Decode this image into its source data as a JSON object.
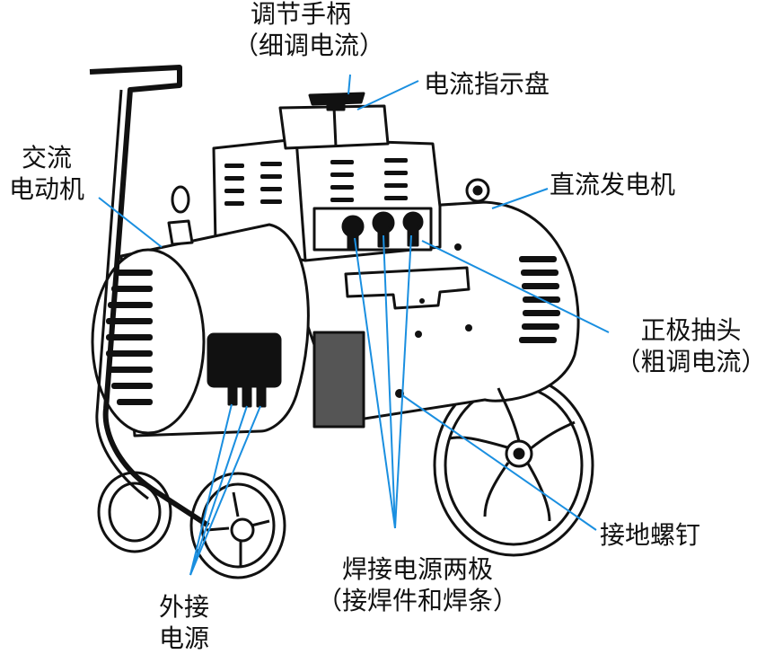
{
  "labels": {
    "handle": {
      "line1": "调节手柄",
      "line2": "（细调电流）"
    },
    "current_dial": "电流指示盘",
    "ac_motor": {
      "line1": "交流",
      "line2": "电动机"
    },
    "dc_generator": "直流发电机",
    "positive_tap": {
      "line1": "正极抽头",
      "line2": "（粗调电流）"
    },
    "ground_screw": "接地螺钉",
    "welding_poles": {
      "line1": "焊接电源两极",
      "line2": "（接焊件和焊条）"
    },
    "external_power": {
      "line1": "外接",
      "line2": "电源"
    }
  },
  "colors": {
    "leader": "#1a8fe0",
    "ink": "#111111",
    "background": "#ffffff"
  },
  "icons": [
    "welding-machine-illustration"
  ]
}
